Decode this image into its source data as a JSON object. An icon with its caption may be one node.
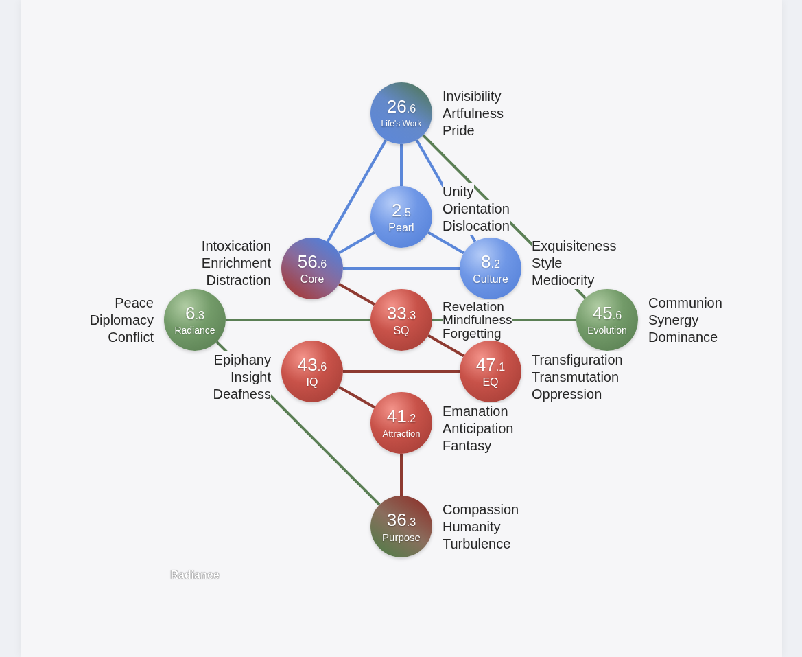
{
  "diagram": {
    "nodes": [
      {
        "text": [
          "26.6",
          "Life's Work"
        ],
        "beside": [
          "Invisibility",
          "Artfulness",
          "Pride"
        ]
      },
      {
        "text": [
          "2.5",
          "Pearl"
        ],
        "beside": [
          "Unity",
          "Orientation",
          "Dislocation"
        ]
      },
      {
        "text": [
          "56.6",
          "Core"
        ],
        "beside": [
          "Intoxication",
          "Enrichment",
          "Distraction"
        ]
      },
      {
        "text": [
          "8.2",
          "Culture"
        ],
        "beside": [
          "Exquisiteness",
          "Style",
          "Mediocrity"
        ]
      },
      {
        "text": [
          "6.3",
          "Radiance"
        ],
        "beside": [
          "Peace",
          "Diplomacy",
          "Conflict"
        ]
      },
      {
        "text": [
          "33.3",
          "SQ"
        ],
        "beside": [
          "Revelation",
          "Mindfulness",
          "Forgetting"
        ]
      },
      {
        "text": [
          "45.6",
          "Evolution"
        ],
        "beside": [
          "Communion",
          "Synergy",
          "Dominance"
        ]
      },
      {
        "text": [
          "43.6",
          "IQ"
        ],
        "beside": [
          "Epiphany",
          "Insight",
          "Deafness"
        ]
      },
      {
        "text": [
          "47.1",
          "EQ"
        ],
        "beside": [
          "Transfiguration",
          "Transmutation",
          "Oppression"
        ]
      },
      {
        "text": [
          "41.2",
          "Attraction"
        ],
        "beside": [
          "Emanation",
          "Anticipation",
          "Fantasy"
        ]
      },
      {
        "text": [
          "36.3",
          "Purpose"
        ],
        "beside": [
          "Compassion",
          "Humanity",
          "Turbulence"
        ]
      }
    ],
    "edges": [
      {
        "from": 0,
        "to": 1,
        "arrow": "none"
      },
      {
        "from": 0,
        "to": 2,
        "arrow": "none"
      },
      {
        "from": 0,
        "to": 3,
        "arrow": "none"
      },
      {
        "from": 1,
        "to": 2,
        "arrow": "none"
      },
      {
        "from": 1,
        "to": 3,
        "arrow": "none"
      },
      {
        "from": 2,
        "to": 3,
        "arrow": "none"
      },
      {
        "from": 0,
        "to": 6,
        "arrow": "none",
        "color": "#5b7f55"
      },
      {
        "from": 4,
        "to": 5,
        "arrow": "none",
        "color": "#5b7f55"
      },
      {
        "from": 5,
        "to": 6,
        "arrow": "none",
        "color": "#5b7f55"
      },
      {
        "from": 4,
        "to": 10,
        "arrow": "none",
        "color": "#5b7f55"
      },
      {
        "from": 2,
        "to": 5,
        "arrow": "none",
        "color": "#8e3a31"
      },
      {
        "from": 5,
        "to": 8,
        "arrow": "none",
        "color": "#8e3a31"
      },
      {
        "from": 7,
        "to": 8,
        "arrow": "none",
        "color": "#8e3a31"
      },
      {
        "from": 7,
        "to": 9,
        "arrow": "none",
        "color": "#8e3a31"
      },
      {
        "from": 9,
        "to": 10,
        "arrow": "none",
        "color": "#8e3a31"
      }
    ],
    "labels": [
      "Radiance"
    ]
  }
}
